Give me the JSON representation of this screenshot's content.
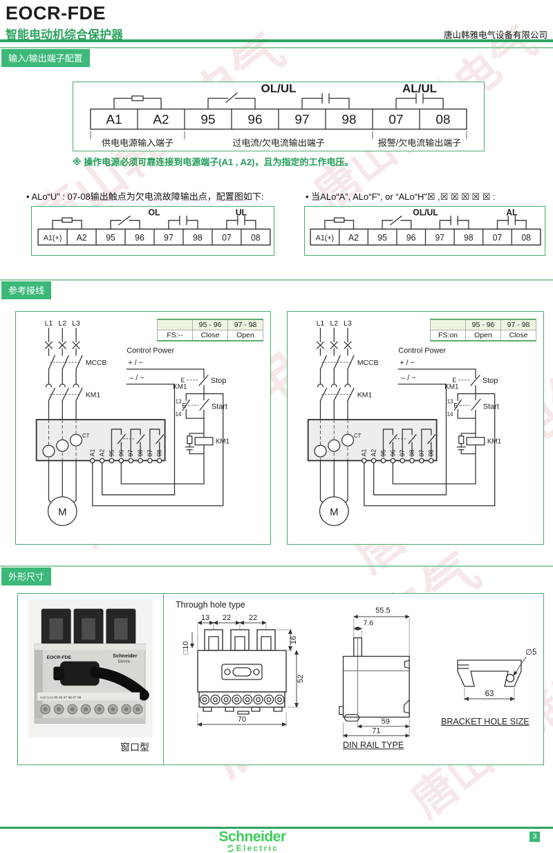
{
  "header": {
    "title": "EOCR-FDE",
    "subtitle": "智能电动机综合保护器",
    "company": "唐山韩雅电气设备有限公司"
  },
  "sections": {
    "io": "输入/输出端子配置",
    "wiring": "参考接线",
    "dims": "外形尺寸"
  },
  "io": {
    "main": {
      "group_ol": "OL/UL",
      "group_al": "AL/UL",
      "terminals": [
        "A1",
        "A2",
        "95",
        "96",
        "97",
        "98",
        "07",
        "08"
      ],
      "captions": [
        "供电电源输入端子",
        "过电流/欠电流输出端子",
        "报警/欠电流输出端子"
      ]
    },
    "note": "※ 操作电源必须可靠连接到电源端子(A1 , A2)，且为指定的工作电压。",
    "bullet1": {
      "text": "• ALo“U” : 07-08输出触点为欠电流故障输出点，配置图如下:",
      "group_ol": "OL",
      "group_ul": "UL",
      "terminals": [
        "A1(+)",
        "A2",
        "95",
        "96",
        "97",
        "98",
        "07",
        "08"
      ]
    },
    "bullet2": {
      "text": "• 当ALo“A”, ALo“F”, or “ALo“H”☒ ,☒ ☒ ☒ ☒ ☒ :",
      "group_olul": "OL/UL",
      "group_al": "AL",
      "terminals": [
        "A1(+)",
        "A2",
        "95",
        "96",
        "97",
        "98",
        "07",
        "08"
      ]
    }
  },
  "wiring": {
    "labels": {
      "l1": "L1",
      "l2": "L2",
      "l3": "L3",
      "mccb": "MCCB",
      "km1": "KM1",
      "ct": "CT",
      "control_power": "Control Power",
      "plus": "+ / ~",
      "minus": "– / ~",
      "stop": "Stop",
      "start": "Start",
      "coil": "KM1",
      "n13": "13",
      "n14": "14",
      "e": "E",
      "motor": "M"
    },
    "terminals": [
      "A1",
      "A2",
      "95",
      "96",
      "97",
      "98",
      "07",
      "08"
    ],
    "left": {
      "table": {
        "h1": "95 - 96",
        "h2": "97 - 98",
        "row": "FS:--",
        "v1": "Close",
        "v2": "Open"
      }
    },
    "right": {
      "table": {
        "h1": "95 - 96",
        "h2": "97 - 98",
        "row": "FS:on",
        "v1": "Open",
        "v2": "Close"
      }
    }
  },
  "dims": {
    "photo": {
      "caption": "窗口型",
      "model": "EOCR-FDE",
      "brand": "Schneider",
      "brand_sub": "Electric",
      "terminals": "A1(+)  A2    95   96    97   98    07   08"
    },
    "through": {
      "title": "Through hole type",
      "sq": "□10",
      "d13": "13",
      "d22a": "22",
      "d22b": "22",
      "h16": "16",
      "h52": "52",
      "w70": "70"
    },
    "din": {
      "w555": "55.5",
      "w76": "7.6",
      "w59": "59",
      "w71": "71",
      "label": "DIN RAIL TYPE"
    },
    "bracket": {
      "hole": "∅5",
      "w63": "63",
      "label": "BRACKET HOLE SIZE"
    }
  },
  "footer": {
    "brand": "Schneider",
    "brand_sub": "Electric",
    "page": "3"
  },
  "watermark": {
    "text": "唐山韩雅电气"
  },
  "colors": {
    "accent": "#3cb878",
    "accent_dark": "#2da35f",
    "schneider_green": "#3dcd58",
    "table_header_bg": "#edf5e1",
    "note_green": "#1f9e57"
  }
}
